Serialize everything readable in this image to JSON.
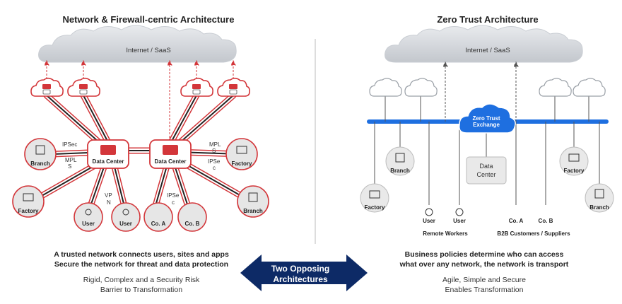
{
  "left": {
    "title": "Network & Firewall-centric Architecture",
    "cloud_label": "Internet / SaaS",
    "dc1_label": "Data Center",
    "dc2_label": "Data Center",
    "branch_left": "Branch",
    "factory_left": "Factory",
    "user1": "User",
    "user2": "User",
    "coa": "Co. A",
    "cob": "Co. B",
    "factory_right": "Factory",
    "branch_right": "Branch",
    "link_ipsec": "IPSec",
    "link_mpls_a": "MPL",
    "link_mpls_b": "S",
    "link_vpn_a": "VP",
    "link_vpn_b": "N",
    "link_ipsec2_a": "IPSe",
    "link_ipsec2_b": "c",
    "link_mpls2_a": "MPL",
    "link_mpls2_b": "S",
    "link_ipsec3_a": "IPSe",
    "link_ipsec3_b": "c",
    "caption1": "A trusted network connects users, sites and apps",
    "caption2": "Secure the network for threat and data protection",
    "summary1": "Rigid, Complex and a Security Risk",
    "summary2": "Barrier to Transformation"
  },
  "right": {
    "title": "Zero Trust Architecture",
    "cloud_label": "Internet / SaaS",
    "exchange_line1": "Zero Trust",
    "exchange_line2": "Exchange",
    "dc_line1": "Data",
    "dc_line2": "Center",
    "branch_left": "Branch",
    "factory_left": "Factory",
    "user1": "User",
    "user2": "User",
    "remote_workers": "Remote Workers",
    "coa": "Co. A",
    "cob": "Co. B",
    "b2b": "B2B Customers / Suppliers",
    "factory_right": "Factory",
    "branch_right": "Branch",
    "caption1": "Business policies determine who can access",
    "caption2": "what over any network, the network is transport",
    "summary1": "Agile, Simple and Secure",
    "summary2": "Enables Transformation"
  },
  "center": {
    "line1": "Two Opposing",
    "line2": "Architectures"
  },
  "colors": {
    "red": "#d3363a",
    "blue": "#1e6fe0",
    "navy": "#0d2a66",
    "gray_cloud": "#c9cdd3"
  }
}
